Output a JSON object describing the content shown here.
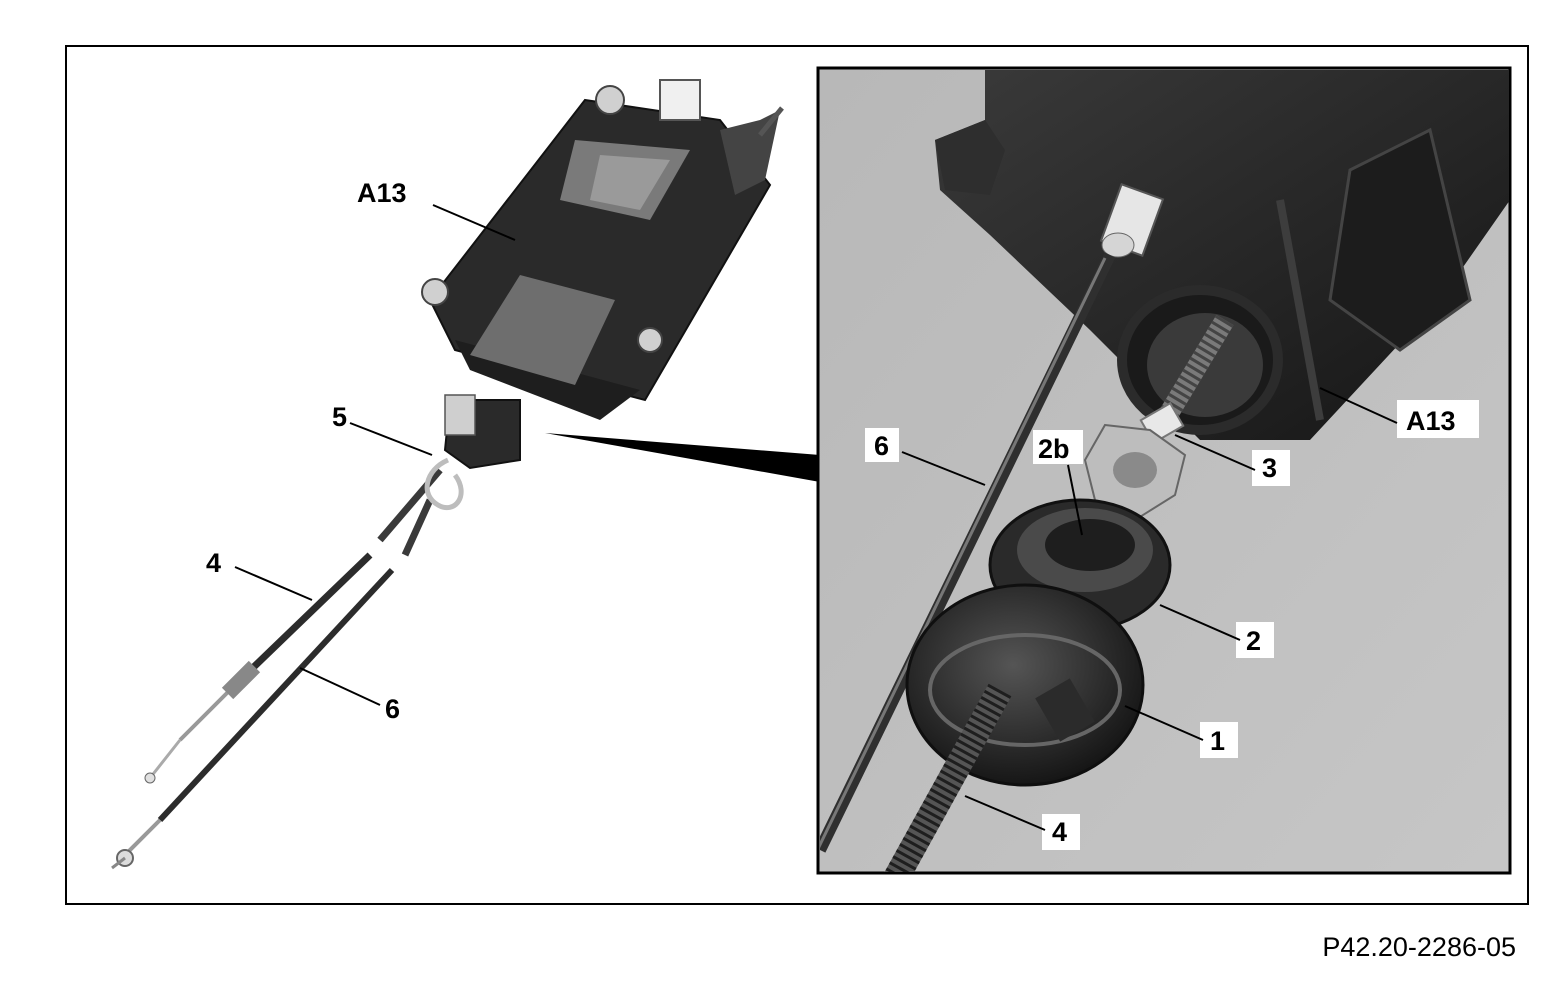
{
  "figure": {
    "reference_code": "P42.20-2286-05",
    "overview_labels": {
      "a13": "A13",
      "l5": "5",
      "l4": "4",
      "l6": "6"
    },
    "detail_labels": {
      "l6": "6",
      "l2b": "2b",
      "l3": "3",
      "a13": "A13",
      "l2": "2",
      "l1": "1",
      "l4": "4"
    }
  }
}
